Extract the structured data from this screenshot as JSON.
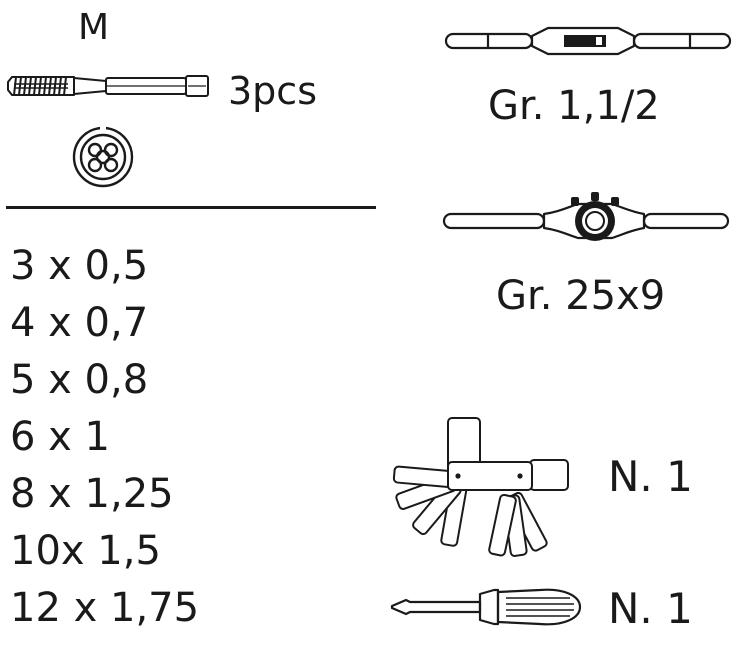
{
  "header": {
    "label": "M"
  },
  "tap": {
    "quantity_label": "3pcs",
    "icon": "tap-icon"
  },
  "die": {
    "icon": "round-die-icon"
  },
  "sizes": [
    "3 x 0,5",
    "4 x 0,7",
    "5 x 0,8",
    "6 x 1",
    "8 x 1,25",
    "10x 1,5",
    "12 x 1,75"
  ],
  "tap_wrench": {
    "label": "Gr. 1,1/2",
    "icon": "tap-wrench-icon"
  },
  "die_handle": {
    "label": "Gr. 25x9",
    "icon": "die-handle-icon"
  },
  "thread_gauge": {
    "label": "N. 1",
    "icon": "thread-gauge-icon"
  },
  "screwdriver": {
    "label": "N. 1",
    "icon": "screwdriver-icon"
  },
  "colors": {
    "ink": "#1a1a1a",
    "background": "#ffffff"
  }
}
